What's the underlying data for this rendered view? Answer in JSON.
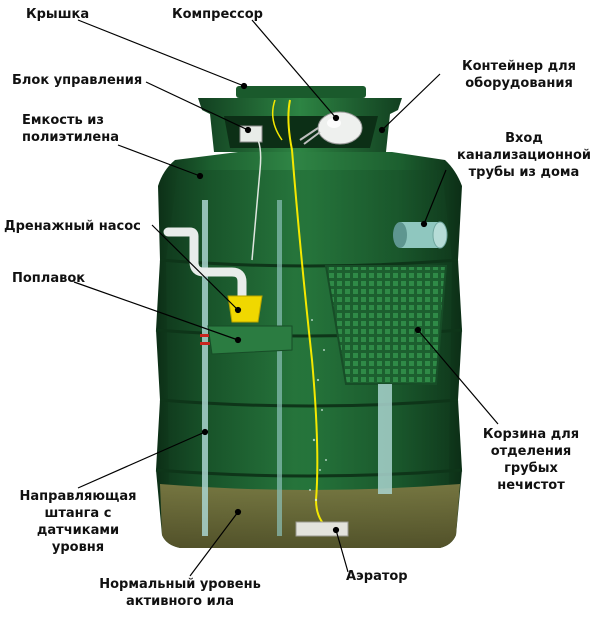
{
  "labels": {
    "lid": "Крышка",
    "compressor": "Компрессор",
    "control_unit": "Блок управления",
    "equipment_container": "Контейнер для\nоборудования",
    "polyethylene_tank": "Емкость из\nполиэтилена",
    "sewer_inlet": "Вход\nканализационной\nтрубы из дома",
    "drain_pump": "Дренажный насос",
    "float": "Поплавок",
    "debris_basket": "Корзина для\nотделения\nгрубых\nнечистот",
    "guide_rod": "Направляющая\nштанга с\nдатчиками\nуровня",
    "aerator": "Аэратор",
    "sludge_level": "Нормальный уровень\nактивного ила"
  },
  "colors": {
    "tank_dark": "#0f3a1c",
    "tank_mid": "#1f6b34",
    "tank_light": "#3e9a55",
    "sludge": "#6f6d3a",
    "pump_yellow": "#f0d800",
    "pipe": "#a9d3cf",
    "wire": "#f4e800"
  }
}
